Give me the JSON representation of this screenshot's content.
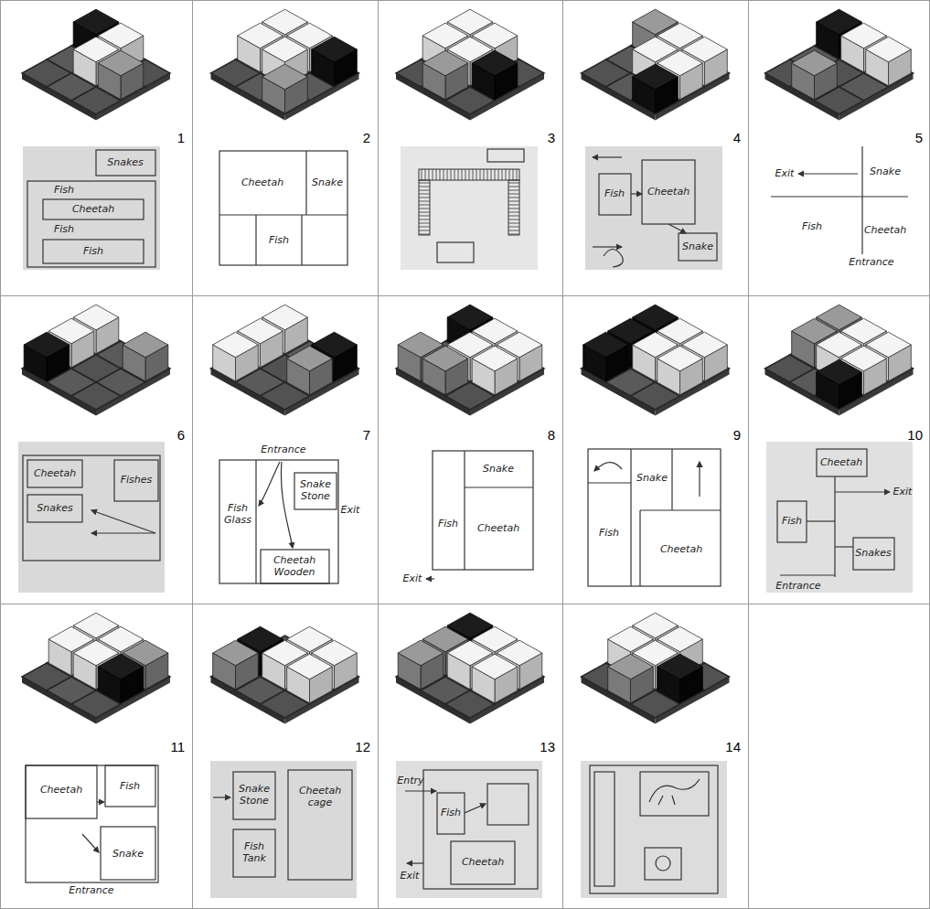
{
  "diagram": {
    "labels": [
      "1",
      "Snakes",
      "Fish",
      "Cheetah",
      "Fish",
      "Fish",
      "2",
      "Cheetah",
      "Snake",
      "Fish",
      "3",
      "4",
      "Fish",
      "Cheetah",
      "Snake",
      "5",
      "Exit",
      "Snake",
      "Fish",
      "Cheetah",
      "Entrance",
      "6",
      "Cheetah",
      "Fishes",
      "Snakes",
      "7",
      "Entrance",
      "Fish Glass",
      "Snake Stone",
      "Exit",
      "Cheetah Wooden",
      "8",
      "Snake",
      "Fish",
      "Cheetah",
      "Exit",
      "9",
      "Snake",
      "Fish",
      "Cheetah",
      "10",
      "Cheetah",
      "Exit",
      "Fish",
      "Snakes",
      "Entrance",
      "11",
      "Cheetah",
      "Fish",
      "Snake",
      "Entrance",
      "12",
      "Snake Stone",
      "Fish Tank",
      "Cheetah cage",
      "13",
      "Entry",
      "Fish",
      "Exit",
      "Cheetah",
      "14"
    ]
  }
}
